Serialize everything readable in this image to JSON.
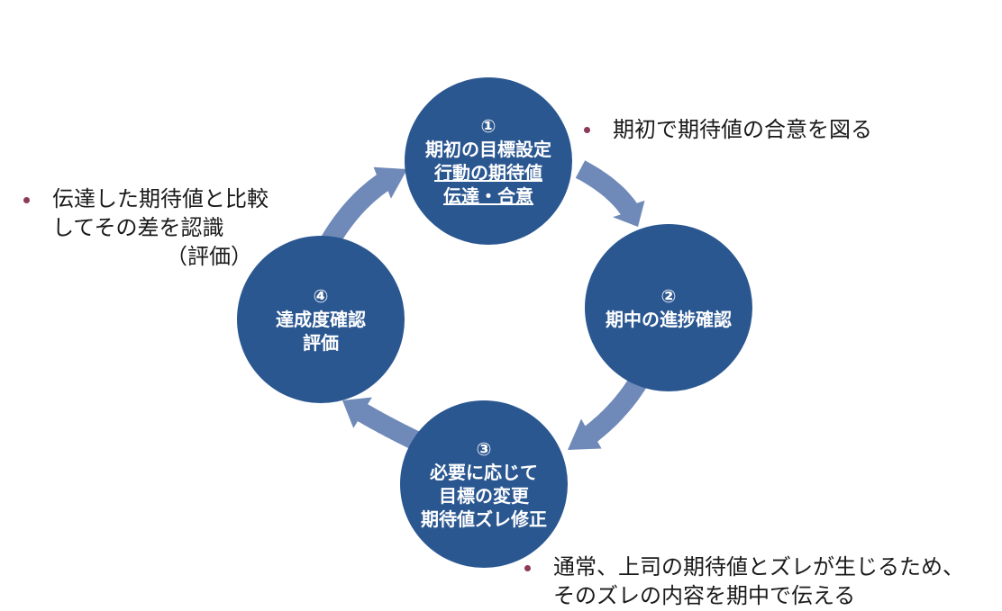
{
  "colors": {
    "node_fill": "#2b5791",
    "arrow_fill": "#6f89b8",
    "bullet": "#8c3a5a",
    "text": "#1a1a1a"
  },
  "steps": [
    {
      "number": "①",
      "lines": [
        "期初の目標設定",
        "行動の期待値",
        "伝達・合意"
      ]
    },
    {
      "number": "②",
      "lines": [
        "期中の進捗確認"
      ]
    },
    {
      "number": "③",
      "lines": [
        "必要に応じて",
        "目標の変更",
        "期待値ズレ修正"
      ]
    },
    {
      "number": "④",
      "lines": [
        "達成度確認",
        "評価"
      ]
    }
  ],
  "notes": {
    "top_right": [
      "期初で期待値の合意を図る"
    ],
    "left": [
      "伝達した期待値と比較",
      "してその差を認識",
      "（評価）"
    ],
    "bottom_right": [
      "通常、上司の期待値とズレが生じるため、",
      "そのズレの内容を期中で伝える"
    ]
  }
}
